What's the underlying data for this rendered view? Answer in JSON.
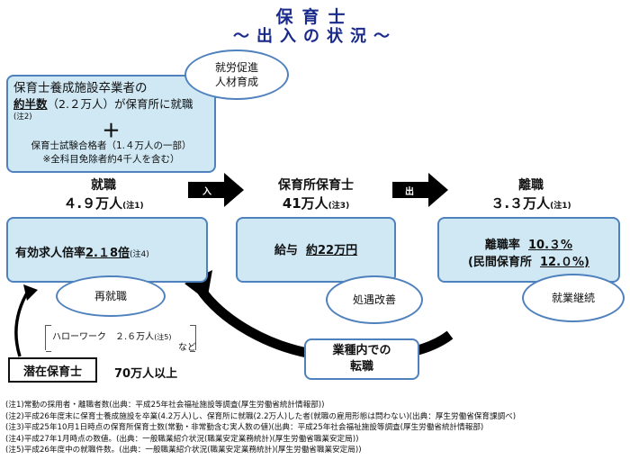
{
  "title": {
    "main": "保育士",
    "sub": "～出入の状況～"
  },
  "graduates": {
    "line1": "保育士養成施設卒業者の",
    "line2_prefix": "約半数",
    "line2_suffix": "（2.２万人）が保育所に就職",
    "note2": "(注2)",
    "plus": "＋",
    "line3": "保育士試験合格者（1.４万人の一部）",
    "line4": "※全科目免除者約4千人を含む）"
  },
  "bubbles": {
    "employment_promotion_l1": "就労促進",
    "employment_promotion_l2": "人材育成",
    "reemployment": "再就職",
    "treatment": "処遇改善",
    "retention": "就業継続"
  },
  "hiring": {
    "header": "就職",
    "count": "４.９万人",
    "note": "(注1)",
    "ratio_label": "有効求人倍率",
    "ratio_value": "2.１8倍",
    "ratio_note": "(注4)"
  },
  "nursery": {
    "header": "保育所保育士",
    "count": "41万人",
    "note": "(注3)",
    "salary_label": "給与",
    "salary_value": "約22万円"
  },
  "separation": {
    "header": "離職",
    "count": "３.３万人",
    "note": "(注1)",
    "rate_label": "離職率",
    "rate_value": "10.３%",
    "private_label": "(民間保育所",
    "private_value": "12.０%)"
  },
  "arrows": {
    "in_label": "入",
    "out_label": "出"
  },
  "latent": {
    "label": "潜在保育士",
    "count": "70万人以上"
  },
  "hellowork": {
    "text": "ハローワーク　２.６万人",
    "note": "(注5)",
    "etc": "など"
  },
  "transfer": {
    "l1": "業種内での",
    "l2": "転職"
  },
  "footnotes": [
    "(注1)常勤の採用者・離職者数(出典：平成25年社会福祉施設等調査(厚生労働省統計情報部))",
    "(注2)平成26年度末に保育士養成施設を卒業(4.2万人)し、保育所に就職(2.2万人)した者(就職の雇用形態は問わない)(出典：厚生労働省保育課調べ)",
    "(注3)平成25年10月1日時点の保育所保育士数(常勤・非常勤含む実人数の値)(出典：平成25年社会福祉施設等調査(厚生労働省統計情報部)",
    "(注4)平成27年1月時点の数値。(出典：一般職業紹介状況(職業安定業務統計)(厚生労働省職業安定局))",
    "(注5)平成26年度中の就職件数。(出典：一般職業紹介状況(職業安定業務統計)(厚生労働省職業安定局))"
  ],
  "colors": {
    "box_fill": "#cfe8f4",
    "box_border": "#4f81bd",
    "title": "#1a2a8a",
    "arrow": "#000000"
  }
}
